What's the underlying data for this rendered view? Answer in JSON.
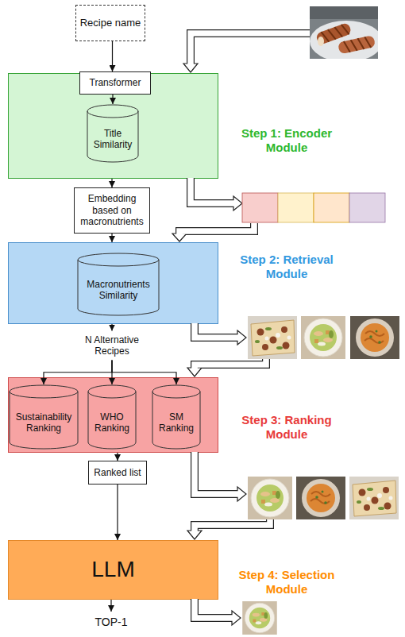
{
  "diagram": {
    "nodes": [
      {
        "text": [
          "Recipe name"
        ]
      },
      {
        "text": [
          "Step 1: Encoder Module"
        ]
      },
      {
        "text": [
          "Transformer"
        ],
        "in": 1
      },
      {
        "text": [
          "Title Similarity"
        ],
        "in": 1
      },
      {
        "text": [
          "Embedding based on macronutrients"
        ]
      },
      {
        "text": [
          "Step 2: Retrieval Module"
        ]
      },
      {
        "text": [
          "Macronutrients Similarity"
        ],
        "in": 5
      },
      {
        "text": [
          "N Alternative Recipes"
        ]
      },
      {
        "text": [
          "Step 3: Ranking Module"
        ]
      },
      {
        "text": [
          "Sustainability Ranking"
        ],
        "in": 8
      },
      {
        "text": [
          "WHO Ranking"
        ],
        "in": 8
      },
      {
        "text": [
          "SM Ranking"
        ],
        "in": 8
      },
      {
        "text": [
          "Ranked list"
        ]
      },
      {
        "text": [
          "LLM",
          "Step 4: Selection Module"
        ]
      },
      {
        "text": [
          "TOP-1"
        ]
      }
    ],
    "edges": [
      {
        "from": 0,
        "to": 2,
        "arrow": "to"
      },
      {
        "from": 2,
        "to": 3,
        "arrow": "to"
      },
      {
        "from": 1,
        "to": 4,
        "arrow": "to"
      },
      {
        "from": 4,
        "to": 5,
        "arrow": "to"
      },
      {
        "from": 5,
        "to": 7,
        "arrow": "to"
      },
      {
        "from": 7,
        "to": 9,
        "arrow": "to"
      },
      {
        "from": 7,
        "to": 10,
        "arrow": "to"
      },
      {
        "from": 7,
        "to": 11,
        "arrow": "to"
      },
      {
        "from": 8,
        "to": 12,
        "arrow": "to"
      },
      {
        "from": 12,
        "to": 13,
        "arrow": "to"
      },
      {
        "from": 13,
        "to": 14,
        "arrow": "to"
      }
    ]
  }
}
